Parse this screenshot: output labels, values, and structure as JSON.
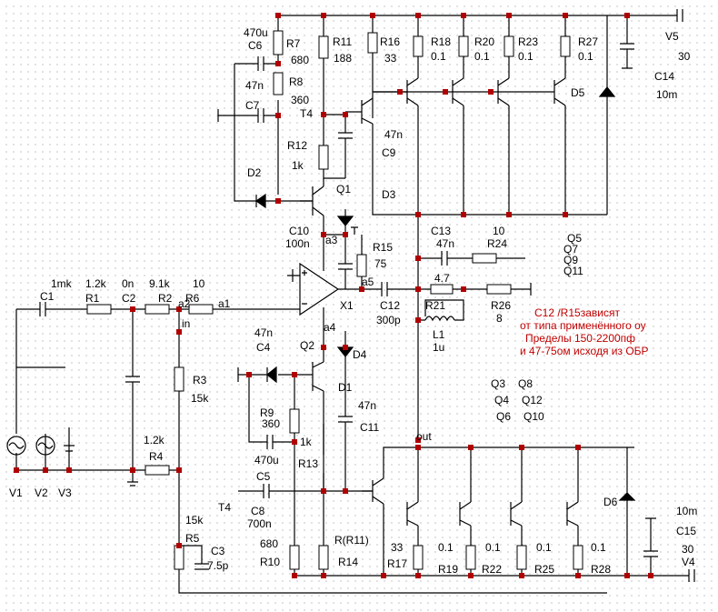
{
  "labels": {
    "c6_value": "470u",
    "c6": "C6",
    "r7": "R7",
    "r7_value": "680",
    "c7_value": "47n",
    "c7": "C7",
    "r8": "R8",
    "r8_value": "360",
    "t4": "T4",
    "r11": "R11",
    "r11_value": "188",
    "r12": "R12",
    "r12_value": "1k",
    "d2": "D2",
    "q1": "Q1",
    "r16": "R16",
    "r16_value": "33",
    "c9_value": "47n",
    "c9": "C9",
    "d3": "D3",
    "r18": "R18",
    "r18_value": "0.1",
    "r20": "R20",
    "r20_value": "0.1",
    "r23": "R23",
    "r23_value": "0.1",
    "r27": "R27",
    "r27_value": "0.1",
    "d5": "D5",
    "v5": "V5",
    "v5_value": "30",
    "c14": "C14",
    "c14_value": "10m",
    "c10": "C10",
    "c10_value": "100n",
    "a3": "a3",
    "r15": "R15",
    "r15_value": "75",
    "a5": "a5",
    "x1": "X1",
    "c12": "C12",
    "c12_value": "300p",
    "c13": "C13",
    "c13_value": "47n",
    "r24_value": "10",
    "r24": "R24",
    "q5": "Q5",
    "q7": "Q7",
    "q9": "Q9",
    "q11": "Q11",
    "r21_value": "4.7",
    "r21": "R21",
    "r26": "R26",
    "r26_value": "8",
    "l1": "L1",
    "l1_value": "1u",
    "c1_value": "1mk",
    "c1": "C1",
    "r1_value": "1.2k",
    "r1": "R1",
    "c2_value": "0n",
    "c2": "C2",
    "r2_value": "9.1k",
    "r2": "R2",
    "r6_value": "10",
    "r6": "R6",
    "a2": "a2",
    "a1": "a1",
    "in": "in",
    "r3": "R3",
    "r3_value": "15k",
    "r4_value": "1.2k",
    "r4": "R4",
    "v1": "V1",
    "v2": "V2",
    "v3": "V3",
    "r5_value": "15k",
    "r5": "R5",
    "c3": "C3",
    "c3_value": "7.5p",
    "c4_value": "47n",
    "c4": "C4",
    "q2": "Q2",
    "a4": "a4",
    "d4": "D4",
    "d1": "D1",
    "c11_value": "47n",
    "c11": "C11",
    "r9": "R9",
    "r9_value": "360",
    "r13_value": "1k",
    "r13": "R13",
    "c5_value": "470u",
    "c5": "C5",
    "t4_bottom": "T4",
    "c8": "C8",
    "c8_value": "700n",
    "r10_value": "680",
    "r10": "R10",
    "r14_value": "R(R11)",
    "r14": "R14",
    "r17_value": "33",
    "r17": "R17",
    "r19_value": "0.1",
    "r19": "R19",
    "r22_value": "0.1",
    "r22": "R22",
    "r25_value": "0.1",
    "r25": "R25",
    "r28_value": "0.1",
    "r28": "R28",
    "out": "out",
    "q3": "Q3",
    "q8": "Q8",
    "q4": "Q4",
    "q12": "Q12",
    "q6": "Q6",
    "q10": "Q10",
    "d6": "D6",
    "c15_value": "10m",
    "c15": "C15",
    "v4_value": "30",
    "v4": "V4"
  },
  "notes": {
    "line1": "C12 /R15зависят",
    "line2": "от типа применённого оу",
    "line3": "Пределы 150-2200пф",
    "line4": "и 47-75ом исходя из ОБР"
  },
  "colors": {
    "wire": "#000000",
    "junction": "#b00000",
    "note_text": "#c00000",
    "grid_dot": "#c8c8c8"
  }
}
